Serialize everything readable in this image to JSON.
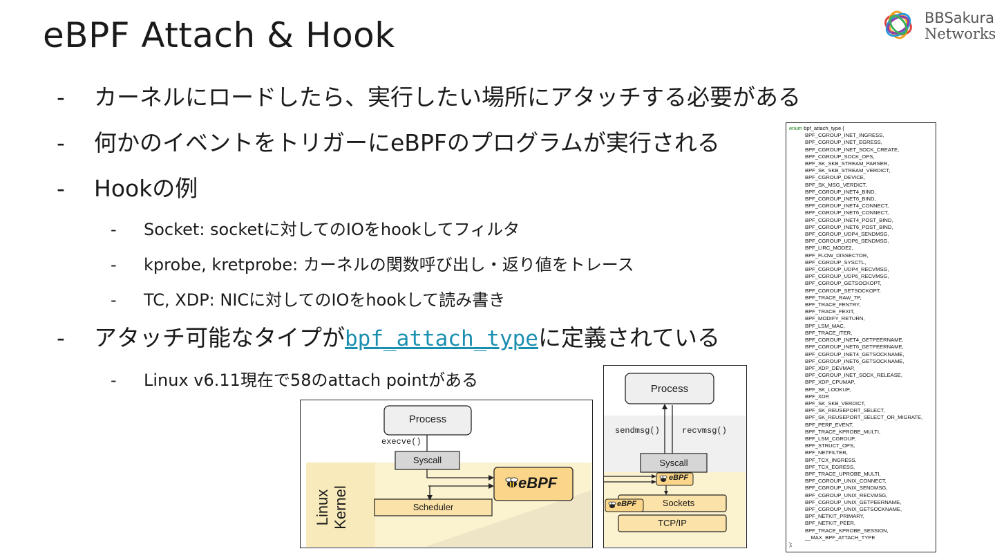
{
  "title": "eBPF Attach & Hook",
  "logo": {
    "line1": "BBSakura",
    "line2": "Networks"
  },
  "bullets": {
    "b1": "カーネルにロードしたら、実行したい場所にアタッチする必要がある",
    "b2": "何かのイベントをトリガーにeBPFのプログラムが実行される",
    "b3": "Hookの例",
    "b3_sub": [
      "Socket: socketに対してのIOをhookしてフィルタ",
      "kprobe, kretprobe: カーネルの関数呼び出し・返り値をトレース",
      "TC, XDP: NICに対してのIOをhookして読み書き"
    ],
    "b4_pre": "アタッチ可能なタイプが",
    "b4_link": "bpf_attach_type",
    "b4_post": "に定義されている",
    "b4_sub": "Linux v6.11現在で58のattach pointがある"
  },
  "code": {
    "keyword": "enum",
    "header_rest": "bpf_attach_type {",
    "items": [
      "BPF_CGROUP_INET_INGRESS,",
      "BPF_CGROUP_INET_EGRESS,",
      "BPF_CGROUP_INET_SOCK_CREATE,",
      "BPF_CGROUP_SOCK_OPS,",
      "BPF_SK_SKB_STREAM_PARSER,",
      "BPF_SK_SKB_STREAM_VERDICT,",
      "BPF_CGROUP_DEVICE,",
      "BPF_SK_MSG_VERDICT,",
      "BPF_CGROUP_INET4_BIND,",
      "BPF_CGROUP_INET6_BIND,",
      "BPF_CGROUP_INET4_CONNECT,",
      "BPF_CGROUP_INET6_CONNECT,",
      "BPF_CGROUP_INET4_POST_BIND,",
      "BPF_CGROUP_INET6_POST_BIND,",
      "BPF_CGROUP_UDP4_SENDMSG,",
      "BPF_CGROUP_UDP6_SENDMSG,",
      "BPF_LIRC_MODE2,",
      "BPF_FLOW_DISSECTOR,",
      "BPF_CGROUP_SYSCTL,",
      "BPF_CGROUP_UDP4_RECVMSG,",
      "BPF_CGROUP_UDP6_RECVMSG,",
      "BPF_CGROUP_GETSOCKOPT,",
      "BPF_CGROUP_SETSOCKOPT,",
      "BPF_TRACE_RAW_TP,",
      "BPF_TRACE_FENTRY,",
      "BPF_TRACE_FEXIT,",
      "BPF_MODIFY_RETURN,",
      "BPF_LSM_MAC,",
      "BPF_TRACE_ITER,",
      "BPF_CGROUP_INET4_GETPEERNAME,",
      "BPF_CGROUP_INET6_GETPEERNAME,",
      "BPF_CGROUP_INET4_GETSOCKNAME,",
      "BPF_CGROUP_INET6_GETSOCKNAME,",
      "BPF_XDP_DEVMAP,",
      "BPF_CGROUP_INET_SOCK_RELEASE,",
      "BPF_XDP_CPUMAP,",
      "BPF_SK_LOOKUP,",
      "BPF_XDP,",
      "BPF_SK_SKB_VERDICT,",
      "BPF_SK_REUSEPORT_SELECT,",
      "BPF_SK_REUSEPORT_SELECT_OR_MIGRATE,",
      "BPF_PERF_EVENT,",
      "BPF_TRACE_KPROBE_MULTI,",
      "BPF_LSM_CGROUP,",
      "BPF_STRUCT_OPS,",
      "BPF_NETFILTER,",
      "BPF_TCX_INGRESS,",
      "BPF_TCX_EGRESS,",
      "BPF_TRACE_UPROBE_MULTI,",
      "BPF_CGROUP_UNIX_CONNECT,",
      "BPF_CGROUP_UNIX_SENDMSG,",
      "BPF_CGROUP_UNIX_RECVMSG,",
      "BPF_CGROUP_UNIX_GETPEERNAME,",
      "BPF_CGROUP_UNIX_GETSOCKNAME,",
      "BPF_NETKIT_PRIMARY,",
      "BPF_NETKIT_PEER,",
      "BPF_TRACE_KPROBE_SESSION,",
      "__MAX_BPF_ATTACH_TYPE"
    ],
    "footer": "};"
  },
  "diagram1": {
    "process": "Process",
    "execve": "execve()",
    "syscall": "Syscall",
    "scheduler": "Scheduler",
    "kernel_line1": "Linux",
    "kernel_line2": "Kernel",
    "ebpf": "eBPF"
  },
  "diagram2": {
    "process": "Process",
    "sendmsg": "sendmsg()",
    "recvmsg": "recvmsg()",
    "syscall": "Syscall",
    "sockets": "Sockets",
    "tcpip": "TCP/IP",
    "ebpf": "eBPF"
  }
}
